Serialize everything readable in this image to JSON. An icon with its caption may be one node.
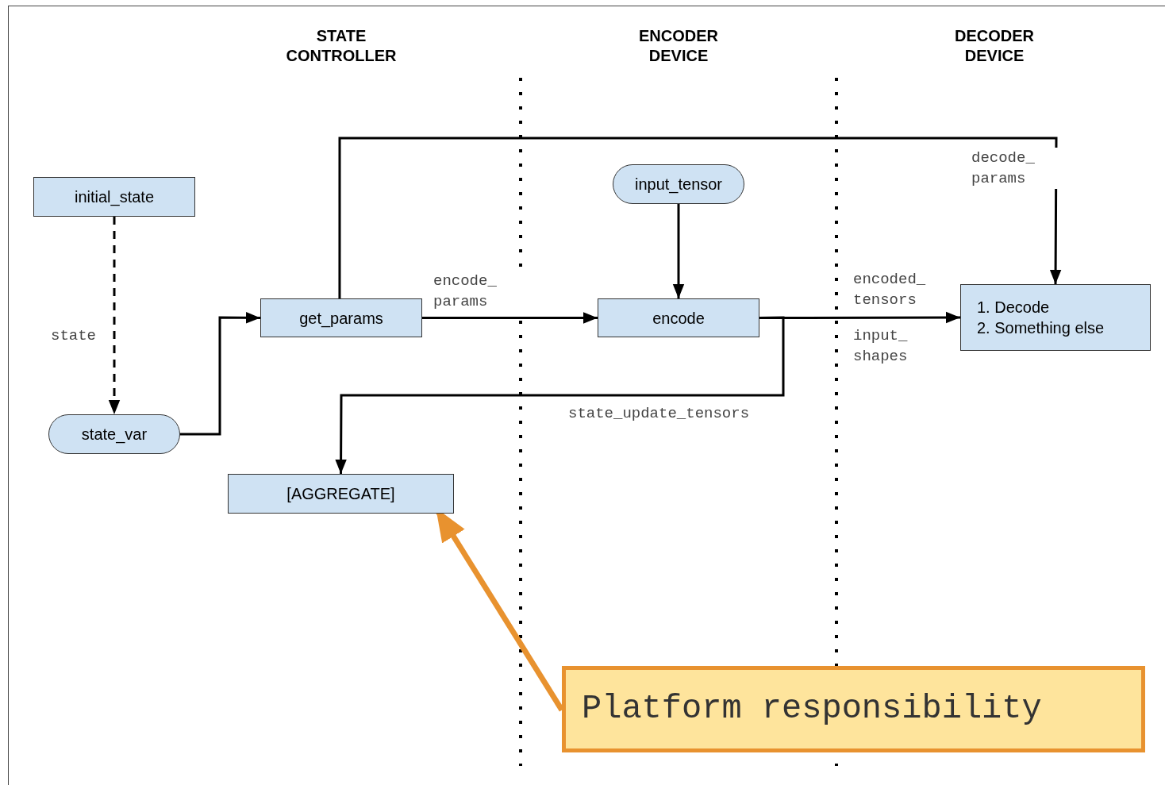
{
  "diagram": {
    "nodes": [
      {
        "text": [
          "initial_state"
        ]
      },
      {
        "text": [
          "state_var"
        ]
      },
      {
        "text": [
          "get_params"
        ]
      },
      {
        "text": [
          "input_tensor"
        ]
      },
      {
        "text": [
          "encode"
        ]
      },
      {
        "text": [
          "1. Decode",
          "2. Something else"
        ]
      },
      {
        "text": [
          "[AGGREGATE]"
        ]
      },
      {
        "text": [
          "Platform responsibility"
        ]
      }
    ],
    "edges": [
      {
        "from": 0,
        "to": 1,
        "arrow": "to",
        "style": "dashed",
        "label": "state"
      },
      {
        "from": 1,
        "to": 2,
        "arrow": "to"
      },
      {
        "from": 2,
        "to": 4,
        "arrow": "to",
        "label": "encode_ params"
      },
      {
        "from": 2,
        "to": 5,
        "arrow": "to",
        "label": "decode_ params"
      },
      {
        "from": 3,
        "to": 4,
        "arrow": "to"
      },
      {
        "from": 4,
        "to": 5,
        "arrow": "to",
        "label": "encoded_ tensors"
      },
      {
        "from": 4,
        "to": 6,
        "arrow": "to",
        "label": "state_update_tensors"
      },
      {
        "from": 7,
        "to": 6,
        "arrow": "to",
        "style": "thick",
        "color": "#e8922f"
      }
    ],
    "labels": [
      "STATE CONTROLLER",
      "ENCODER DEVICE",
      "DECODER DEVICE",
      "input_ shapes"
    ]
  }
}
